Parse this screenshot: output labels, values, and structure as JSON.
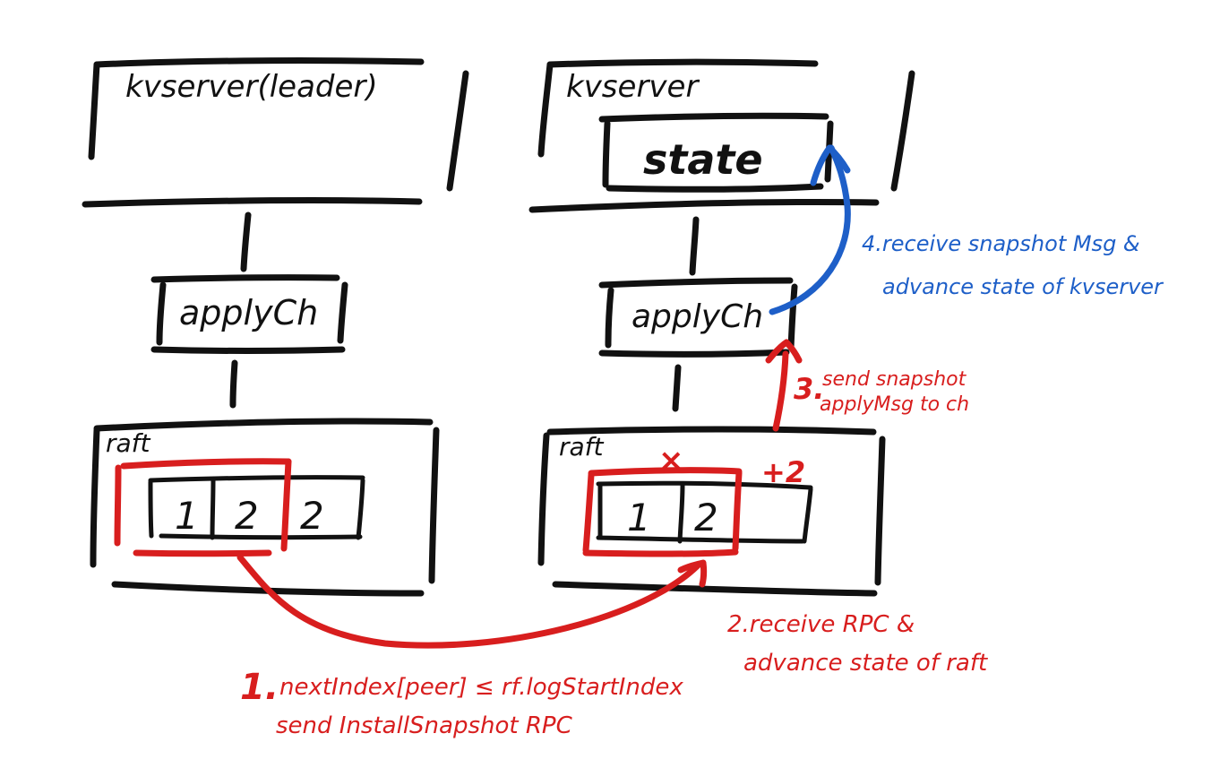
{
  "colors": {
    "ink": "#111111",
    "red": "#d81e1e",
    "blue": "#1e5fc8",
    "background": "#ffffff"
  },
  "left": {
    "kvserver_label": "kvserver(leader)",
    "applych_label": "applyCh",
    "raft_label": "raft",
    "log": [
      "1",
      "2",
      "2"
    ]
  },
  "right": {
    "kvserver_label": "kvserver",
    "state_label": "state",
    "applych_label": "applyCh",
    "raft_label": "raft",
    "log": [
      "1",
      "2",
      ""
    ],
    "cross_mark": "×",
    "plus_mark": "+2"
  },
  "steps": {
    "step1_number": "1.",
    "step1_line1": "nextIndex[peer] ≤ rf.logStartIndex",
    "step1_line2": "send InstallSnapshot RPC",
    "step2_line1": "2.receive RPC &",
    "step2_line2": "advance state of raft",
    "step3_number": "3.",
    "step3_line1": "send snapshot",
    "step3_line2": "applyMsg to ch",
    "step4_line1": "4.receive snapshot Msg &",
    "step4_line2": "advance state of kvserver"
  }
}
